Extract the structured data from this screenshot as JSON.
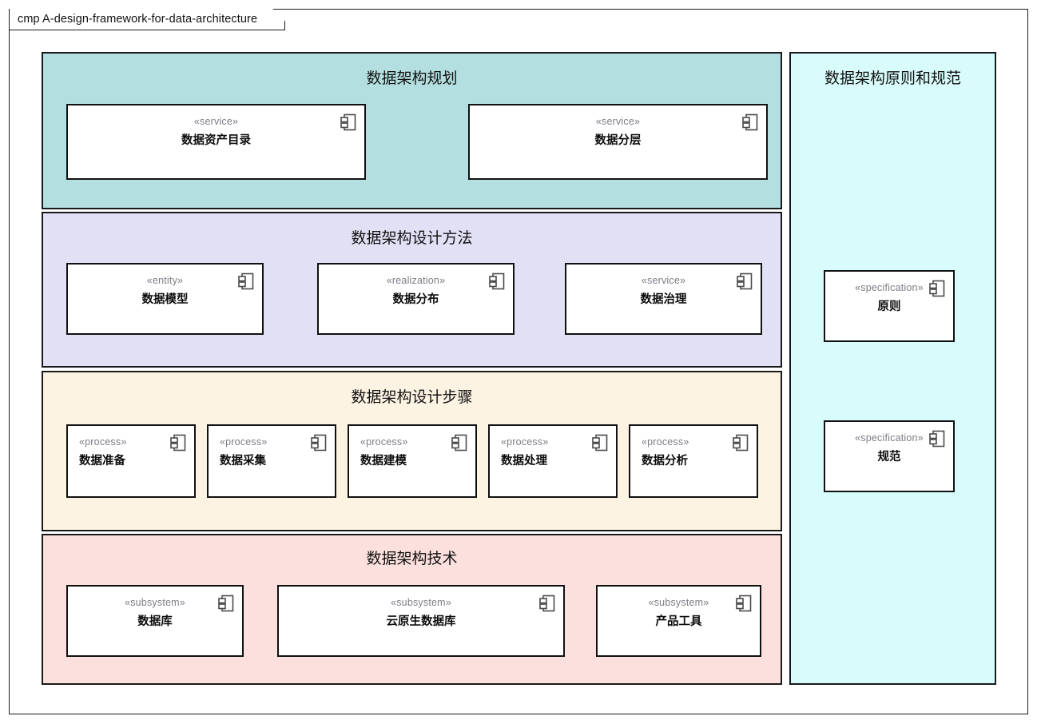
{
  "diagram": {
    "frame_label": "cmp A-design-framework-for-data-architecture",
    "kind": "uml-component-diagram"
  },
  "colors": {
    "group_planning": "#b4dfe0",
    "group_methods": "#e2e0f5",
    "group_steps": "#fdf3e3",
    "group_technology": "#fce0dd",
    "group_principles": "#d8fbfb",
    "border": "#1a1a1a",
    "component_fill": "#ffffff",
    "stereotype_text": "#7c7c86",
    "name_text": "#0c0c0c"
  },
  "groups": [
    {
      "id": "planning",
      "title": "数据架构规划",
      "fill": "#b4dfe0",
      "components": [
        {
          "stereotype": "«service»",
          "name": "数据资产目录",
          "icon": "uml-component-icon"
        },
        {
          "stereotype": "«service»",
          "name": "数据分层",
          "icon": "uml-component-icon"
        }
      ]
    },
    {
      "id": "methods",
      "title": "数据架构设计方法",
      "fill": "#e2e0f5",
      "components": [
        {
          "stereotype": "«entity»",
          "name": "数据模型",
          "icon": "uml-component-icon"
        },
        {
          "stereotype": "«realization»",
          "name": "数据分布",
          "icon": "uml-component-icon"
        },
        {
          "stereotype": "«service»",
          "name": "数据治理",
          "icon": "uml-component-icon"
        }
      ]
    },
    {
      "id": "steps",
      "title": "数据架构设计步骤",
      "fill": "#fdf3e3",
      "components": [
        {
          "stereotype": "«process»",
          "name": "数据准备",
          "icon": "uml-component-icon"
        },
        {
          "stereotype": "«process»",
          "name": "数据采集",
          "icon": "uml-component-icon"
        },
        {
          "stereotype": "«process»",
          "name": "数据建模",
          "icon": "uml-component-icon"
        },
        {
          "stereotype": "«process»",
          "name": "数据处理",
          "icon": "uml-component-icon"
        },
        {
          "stereotype": "«process»",
          "name": "数据分析",
          "icon": "uml-component-icon"
        }
      ]
    },
    {
      "id": "technology",
      "title": "数据架构技术",
      "fill": "#fce0dd",
      "components": [
        {
          "stereotype": "«subsystem»",
          "name": "数据库",
          "icon": "uml-component-icon"
        },
        {
          "stereotype": "«subsystem»",
          "name": "云原生数据库",
          "icon": "uml-component-icon"
        },
        {
          "stereotype": "«subsystem»",
          "name": "产品工具",
          "icon": "uml-component-icon"
        }
      ]
    },
    {
      "id": "principles",
      "title": "数据架构原则和规范",
      "fill": "#d8fbfb",
      "components": [
        {
          "stereotype": "«specification»",
          "name": "原则",
          "icon": "uml-component-icon"
        },
        {
          "stereotype": "«specification»",
          "name": "规范",
          "icon": "uml-component-icon"
        }
      ]
    }
  ]
}
